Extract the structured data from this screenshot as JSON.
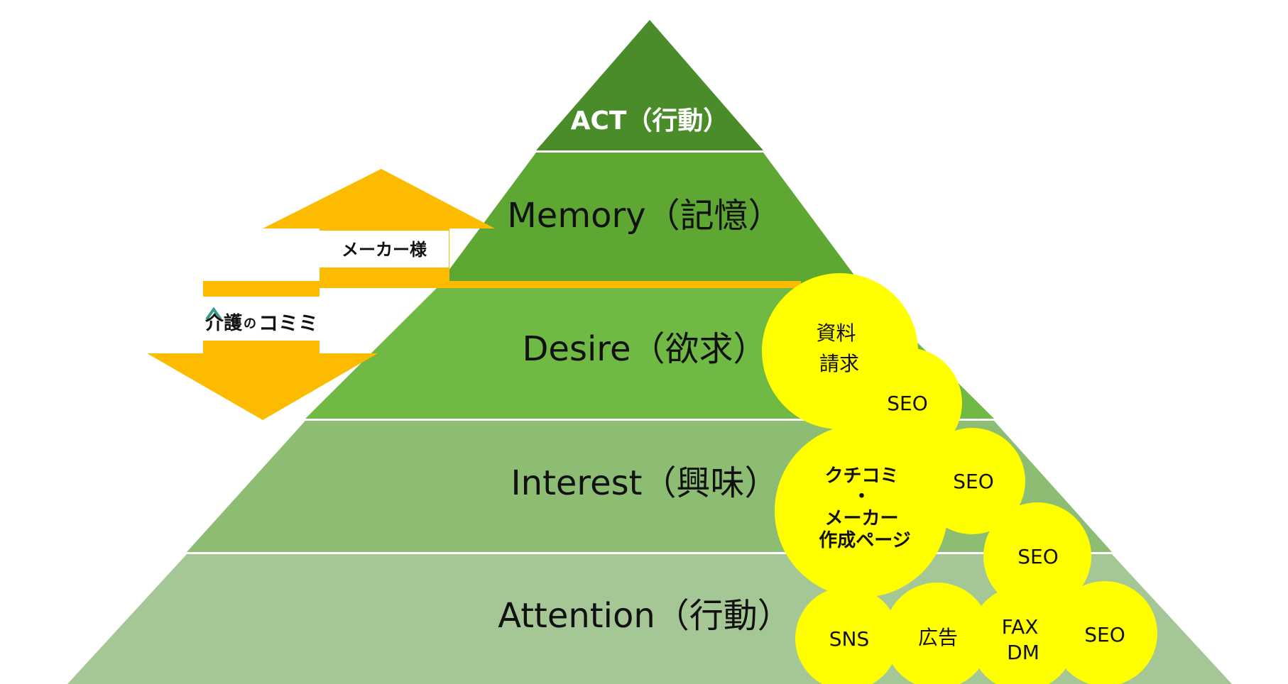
{
  "pyramid": {
    "tiers": [
      {
        "label": "ACT（行動）",
        "color": "#4a8c2a"
      },
      {
        "label": "Memory（記憶）",
        "color": "#5ea733"
      },
      {
        "label": "Desire（欲求）",
        "color": "#70b944"
      },
      {
        "label": "Interest（興味）",
        "color": "#8dbd73"
      },
      {
        "label": "Attention（行動）",
        "color": "#a5c795"
      }
    ]
  },
  "arrows": {
    "up_label": "メーカー様",
    "down_logo": {
      "prefix": "介護",
      "particle": "の",
      "brand": "コミミ"
    },
    "color": "#fdbb00",
    "logo_roof_color": "#3a9a8c"
  },
  "bubbles": {
    "color": "#ffff00",
    "items": [
      {
        "lines": [
          "資料",
          "請求"
        ]
      },
      {
        "lines": [
          "SEO"
        ]
      },
      {
        "lines": [
          "クチコミ",
          "・",
          "メーカー",
          "作成ページ"
        ]
      },
      {
        "lines": [
          "SEO"
        ]
      },
      {
        "lines": [
          "SEO"
        ]
      },
      {
        "lines": [
          "SNS"
        ]
      },
      {
        "lines": [
          "広告"
        ]
      },
      {
        "lines": [
          "FAX",
          "DM"
        ]
      },
      {
        "lines": [
          "SEO"
        ]
      }
    ]
  }
}
